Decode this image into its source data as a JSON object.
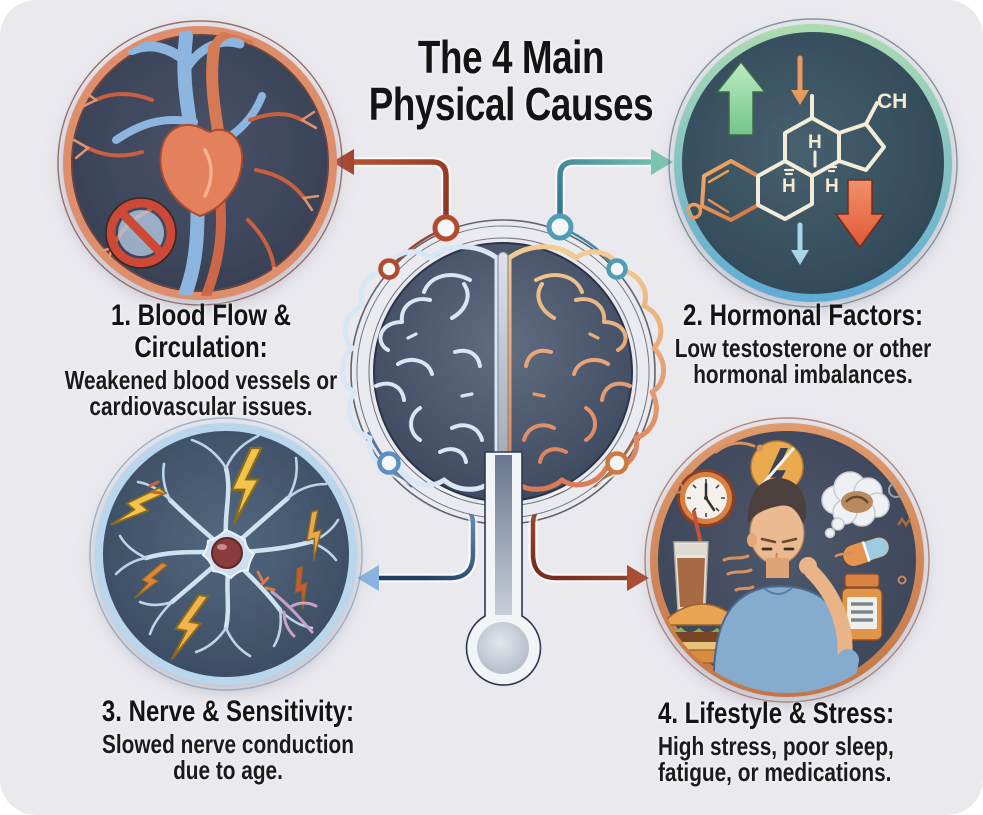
{
  "title": {
    "line1": "The 4 Main",
    "line2": "Physical Causes"
  },
  "sections": [
    {
      "heading": "1. Blood Flow & Circulation:",
      "body": [
        "Weakened blood vessels or",
        "cardiovascular issues."
      ],
      "icon": "heart-circulation-icon"
    },
    {
      "heading": "2. Hormonal Factors:",
      "body": [
        "Low testosterone or other",
        "hormonal imbalances."
      ],
      "icon": "testosterone-molecule-icon"
    },
    {
      "heading": "3. Nerve & Sensitivity:",
      "body": [
        "Slowed nerve conduction",
        "due to age."
      ],
      "icon": "neuron-icon"
    },
    {
      "heading": "4. Lifestyle & Stress:",
      "body": [
        "High stress, poor sleep,",
        "fatigue, or medications."
      ],
      "icon": "stressed-person-icon"
    }
  ],
  "center_icon": "brain-icon",
  "molecule_labels": {
    "ch": "CH",
    "h1": "H",
    "h2": "H",
    "h3": "H"
  },
  "colors": {
    "background": "#eae9ee",
    "text": "#141414",
    "circle_fill_dark": "#3c4457",
    "ring_salmon": "#de8e6a",
    "ring_green": "#a9dcae",
    "ring_blue": "#5fabd7",
    "ring_lightblue": "#b9d6ec",
    "ring_copper": "#d08454",
    "connector_rust": "#a8442e",
    "connector_teal": "#3e85a3",
    "connector_blue": "#2e5f93",
    "connector_darkred": "#8f3a26",
    "arrow_green": "#8fd3a0",
    "arrow_red": "#e8694a",
    "brain_left_stroke": "#d6e6f4",
    "brain_right_stroke": "#e79a6b"
  }
}
